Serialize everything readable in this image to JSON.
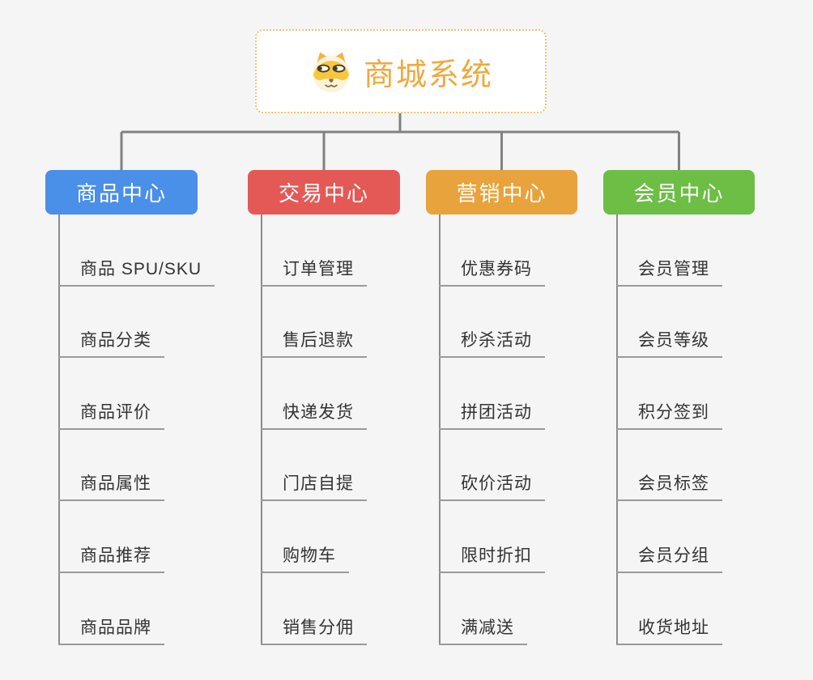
{
  "root": {
    "title": "商城系统",
    "icon": "dog-face-icon"
  },
  "colors": {
    "root_border": "#f3c169",
    "root_text": "#f0a93e",
    "connector": "#818181",
    "trunk": "#8c8c8c",
    "underline": "#9a9a9a",
    "item_text": "#333333",
    "background": "#f5f5f6"
  },
  "branches": [
    {
      "label": "商品中心",
      "color": "#4a8fe8",
      "items": [
        "商品 SPU/SKU",
        "商品分类",
        "商品评价",
        "商品属性",
        "商品推荐",
        "商品品牌"
      ]
    },
    {
      "label": "交易中心",
      "color": "#e45956",
      "items": [
        "订单管理",
        "售后退款",
        "快递发货",
        "门店自提",
        "购物车",
        "销售分佣"
      ]
    },
    {
      "label": "营销中心",
      "color": "#e8a33c",
      "items": [
        "优惠券码",
        "秒杀活动",
        "拼团活动",
        "砍价活动",
        "限时折扣",
        "满减送"
      ]
    },
    {
      "label": "会员中心",
      "color": "#6cbe45",
      "items": [
        "会员管理",
        "会员等级",
        "积分签到",
        "会员标签",
        "会员分组",
        "收货地址"
      ]
    }
  ]
}
